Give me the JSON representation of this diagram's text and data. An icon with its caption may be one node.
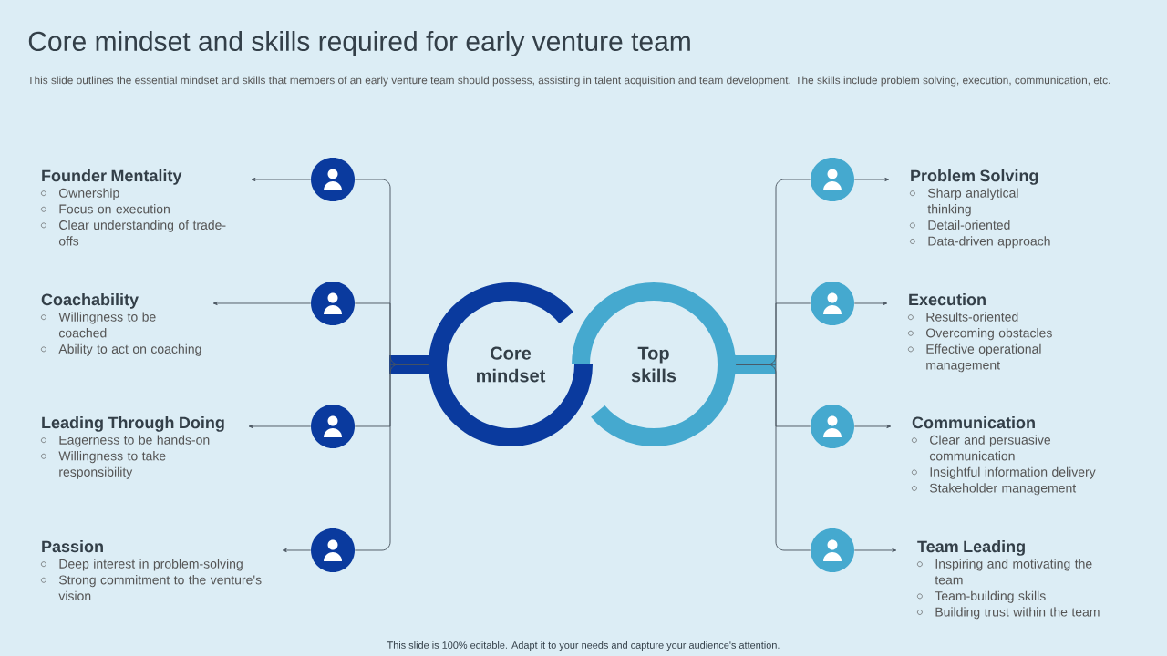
{
  "diagram": {
    "title": "Core mindset and skills required for early venture team",
    "nodes": [
      {
        "text": [
          "Core mindset"
        ]
      },
      {
        "text": [
          "Top skills"
        ]
      },
      {
        "text": [],
        "shape": "circle"
      },
      {
        "text": [],
        "shape": "circle"
      },
      {
        "text": [],
        "shape": "circle"
      },
      {
        "text": [],
        "shape": "circle"
      },
      {
        "text": [
          "Founder Mentality",
          "Ownership",
          "Focus on execution",
          "Clear understanding of trade-offs"
        ]
      },
      {
        "text": [
          "Coachability",
          "Willingness to be coached",
          "Ability to act on coaching"
        ]
      },
      {
        "text": [
          "Leading Through Doing",
          "Eagerness to be hands-on",
          "Willingness to take responsibility"
        ]
      },
      {
        "text": [
          "Passion",
          "Deep interest in problem-solving",
          "Strong commitment to the venture's vision"
        ]
      },
      {
        "text": [],
        "shape": "circle"
      },
      {
        "text": [],
        "shape": "circle"
      },
      {
        "text": [],
        "shape": "circle"
      },
      {
        "text": [],
        "shape": "circle"
      },
      {
        "text": [
          "Problem Solving",
          "Sharp analytical thinking",
          "Detail-oriented",
          "Data-driven approach"
        ]
      },
      {
        "text": [
          "Execution",
          "Results-oriented",
          "Overcoming obstacles",
          "Effective operational management"
        ]
      },
      {
        "text": [
          "Communication",
          "Clear and persuasive communication",
          "Insightful information delivery",
          "Stakeholder management"
        ]
      },
      {
        "text": [
          "Team Leading",
          "Inspiring and motivating the team",
          "Team-building skills",
          "Building trust within the team"
        ]
      }
    ],
    "edges": [
      {
        "from": 0,
        "to": 2,
        "arrow": "none"
      },
      {
        "from": 2,
        "to": 6,
        "arrow": "to"
      },
      {
        "from": 0,
        "to": 3,
        "arrow": "none"
      },
      {
        "from": 3,
        "to": 7,
        "arrow": "to"
      },
      {
        "from": 0,
        "to": 4,
        "arrow": "none"
      },
      {
        "from": 4,
        "to": 8,
        "arrow": "to"
      },
      {
        "from": 0,
        "to": 5,
        "arrow": "none"
      },
      {
        "from": 5,
        "to": 9,
        "arrow": "to"
      },
      {
        "from": 1,
        "to": 10,
        "arrow": "none"
      },
      {
        "from": 10,
        "to": 14,
        "arrow": "to"
      },
      {
        "from": 1,
        "to": 11,
        "arrow": "none"
      },
      {
        "from": 11,
        "to": 15,
        "arrow": "to"
      },
      {
        "from": 1,
        "to": 12,
        "arrow": "none"
      },
      {
        "from": 12,
        "to": 16,
        "arrow": "to"
      },
      {
        "from": 1,
        "to": 13,
        "arrow": "none"
      },
      {
        "from": 13,
        "to": 17,
        "arrow": "to"
      }
    ],
    "labels": [
      "This slide outlines the essential mindset and skills that members of an early venture team should possess, assisting in talent acquisition and team development. The skills include problem solving, execution, communication, etc.",
      "This slide is 100% editable. Adapt it to your needs and capture your audience's attention."
    ]
  }
}
